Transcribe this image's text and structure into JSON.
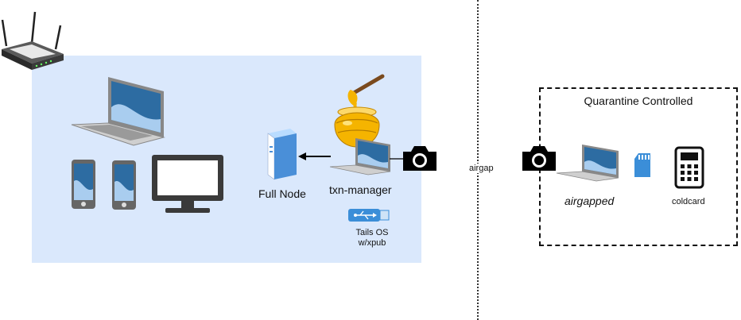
{
  "labels": {
    "full_node": "Full Node",
    "txn_manager": "txn-manager",
    "tails_os_line1": "Tails OS",
    "tails_os_line2": "w/xpub",
    "airgap": "airgap",
    "quarantine": "Quarantine Controlled",
    "airgapped": "airgapped",
    "coldcard": "coldcard"
  },
  "colors": {
    "lan_zone": "#dae8fc",
    "screen_blue": "#2d6ca2",
    "monitor": "#3a3a3a",
    "server": "#4a8fd8",
    "honey": "#f5b400",
    "usb": "#3b8ed8"
  }
}
